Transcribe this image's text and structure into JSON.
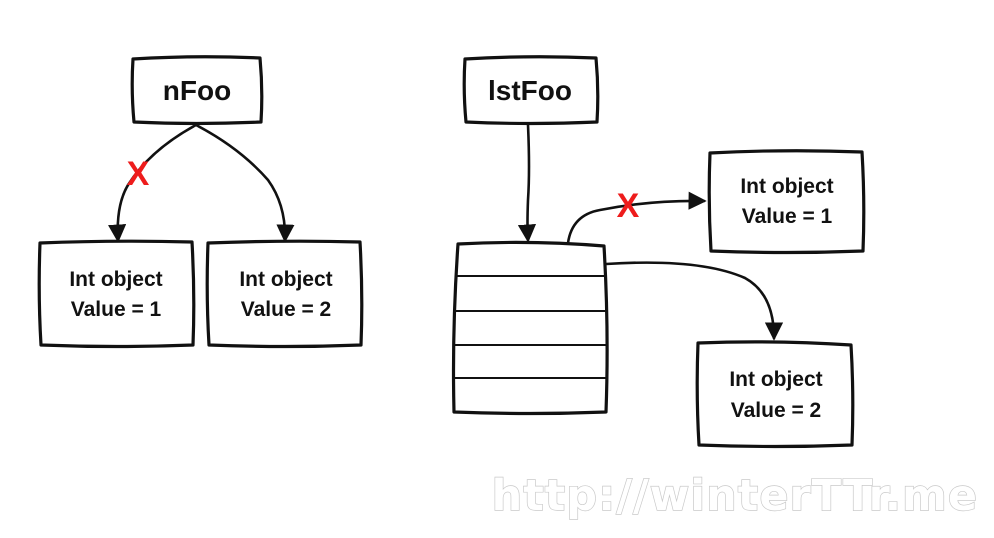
{
  "left": {
    "variable": "nFoo",
    "cut_mark": "X",
    "objects": [
      {
        "line1": "Int object",
        "line2": "Value = 1"
      },
      {
        "line1": "Int object",
        "line2": "Value = 2"
      }
    ]
  },
  "right": {
    "variable": "lstFoo",
    "cut_mark": "X",
    "list_slots": 5,
    "objects": [
      {
        "line1": "Int object",
        "line2": "Value = 1"
      },
      {
        "line1": "Int object",
        "line2": "Value = 2"
      }
    ]
  },
  "watermark": "http://winterTTr.me"
}
